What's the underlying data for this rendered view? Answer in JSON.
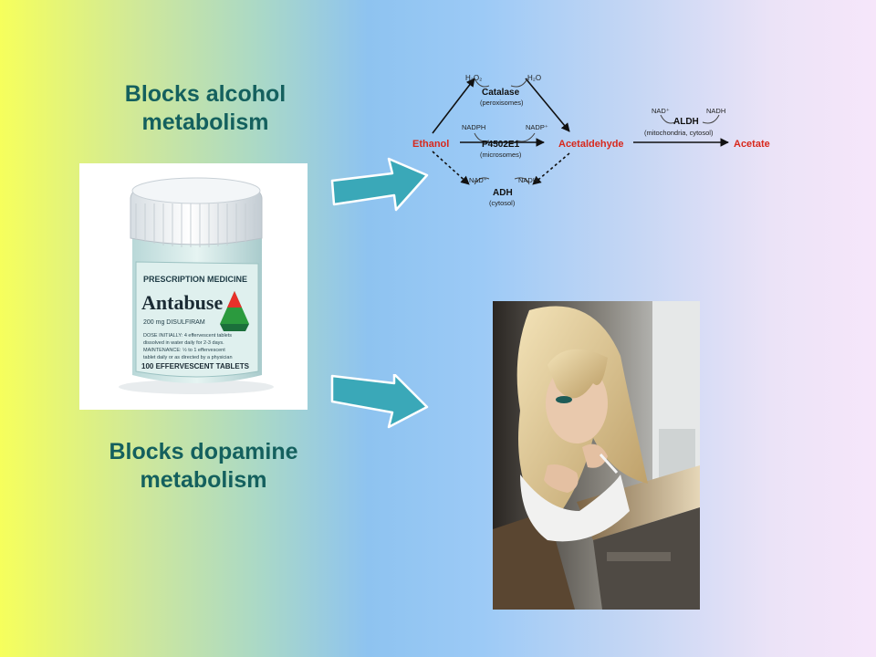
{
  "headings": {
    "alcohol": "Blocks alcohol metabolism",
    "dopamine": "Blocks dopamine metabolism"
  },
  "bottle_label": {
    "header": "PRESCRIPTION MEDICINE",
    "brand": "Antabuse",
    "dose": "200 mg DISULFIRAM",
    "directions": [
      "DOSE INITIALLY: 4 effervescent tablets",
      "dissolved in water daily for 2-3 days.",
      "MAINTENANCE: ½ to 1 effervescent",
      "tablet daily or as directed by a physician"
    ],
    "footer": "100 EFFERVESCENT TABLETS"
  },
  "pathway": {
    "ethanol": "Ethanol",
    "acetaldehyde": "Acetaldehyde",
    "acetate": "Acetate",
    "catalase": {
      "label": "Catalase",
      "location": "(peroxisomes)",
      "input": "H₂O₂",
      "output": "H₂O"
    },
    "p450": {
      "label": "P4502E1",
      "location": "(microsomes)",
      "input": "NADPH",
      "output": "NADP⁺"
    },
    "adh": {
      "label": "ADH",
      "location": "(cytosol)",
      "input": "NAD⁺",
      "output": "NADH"
    },
    "aldh": {
      "label": "ALDH",
      "location": "(mitochondria, cytosol)",
      "input": "NAD⁺",
      "output": "NADH"
    }
  },
  "colors": {
    "heading": "#14605e",
    "arrow": "#3aa8b8",
    "pathway_substrate": "#d8281c"
  }
}
